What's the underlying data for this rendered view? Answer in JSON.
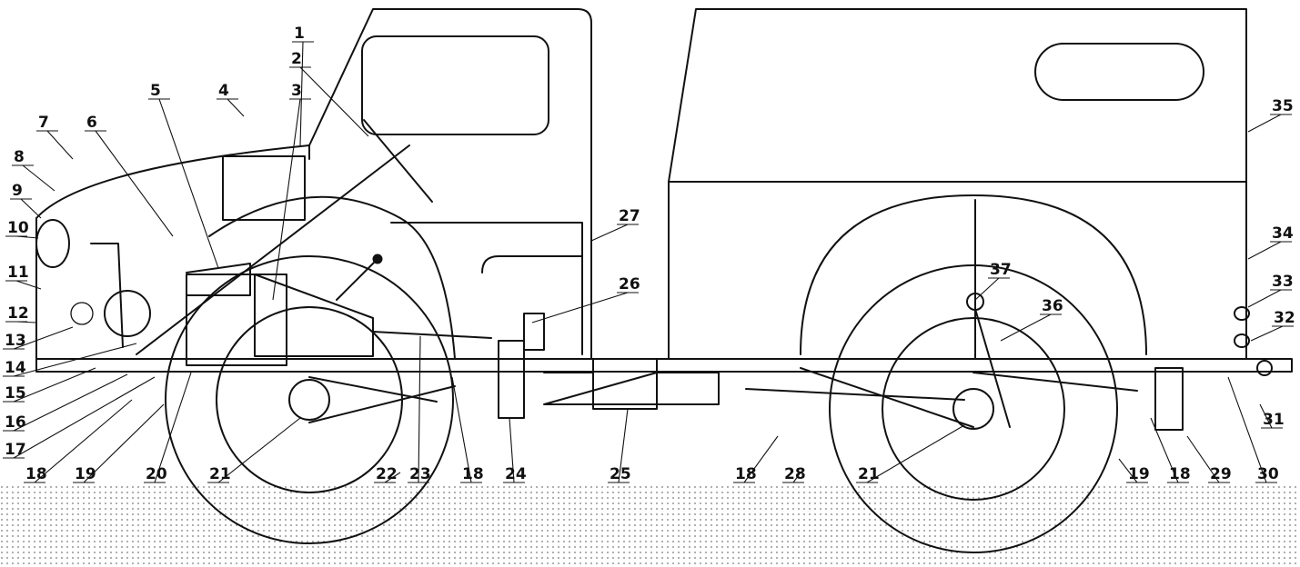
{
  "figure": {
    "callouts": [
      "1",
      "2",
      "3",
      "4",
      "5",
      "6",
      "7",
      "8",
      "9",
      "10",
      "11",
      "12",
      "13",
      "14",
      "15",
      "16",
      "17",
      "18",
      "19",
      "20",
      "21",
      "22",
      "23",
      "18",
      "24",
      "25",
      "26",
      "27",
      "18",
      "28",
      "21",
      "19",
      "18",
      "29",
      "30",
      "31",
      "32",
      "33",
      "34",
      "35",
      "36",
      "37"
    ]
  }
}
